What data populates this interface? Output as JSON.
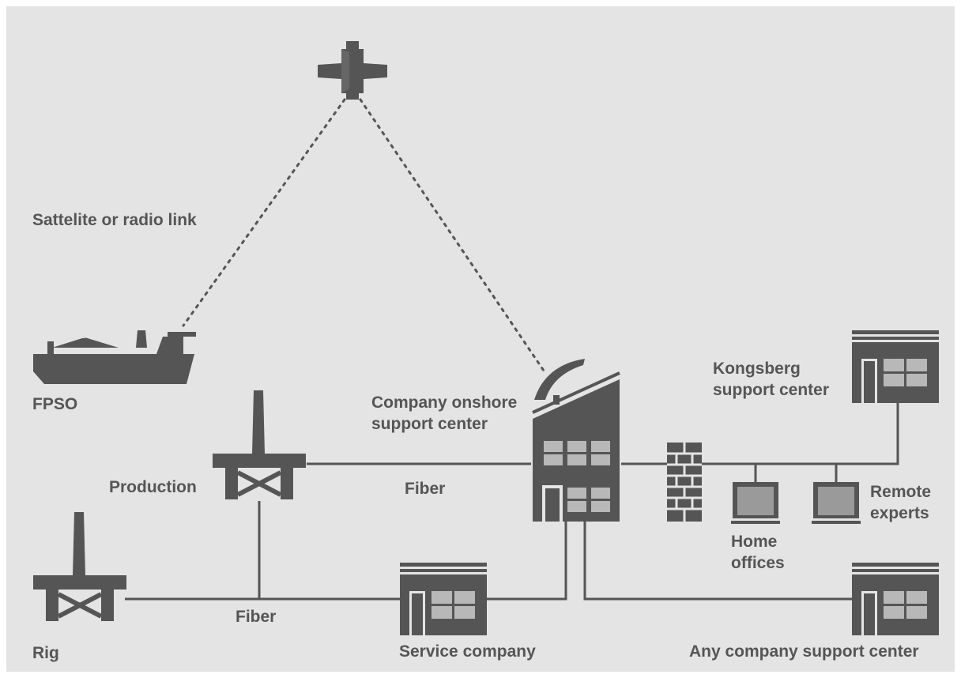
{
  "labels": {
    "satellite_link": "Sattelite or radio link",
    "fpso": "FPSO",
    "production": "Production",
    "rig": "Rig",
    "fiber_upper": "Fiber",
    "fiber_lower": "Fiber",
    "company_onshore": [
      "Company onshore",
      "support center"
    ],
    "kongsberg": [
      "Kongsberg",
      "support center"
    ],
    "remote_experts": [
      "Remote",
      "experts"
    ],
    "home_offices": [
      "Home",
      "offices"
    ],
    "service_company": "Service company",
    "any_company": "Any company support center"
  },
  "colors": {
    "background": "#e4e4e4",
    "icon_fill": "#555555",
    "window_fill": "#b8b8b8",
    "line": "#555555",
    "screen_fill": "#9a9a9a"
  }
}
